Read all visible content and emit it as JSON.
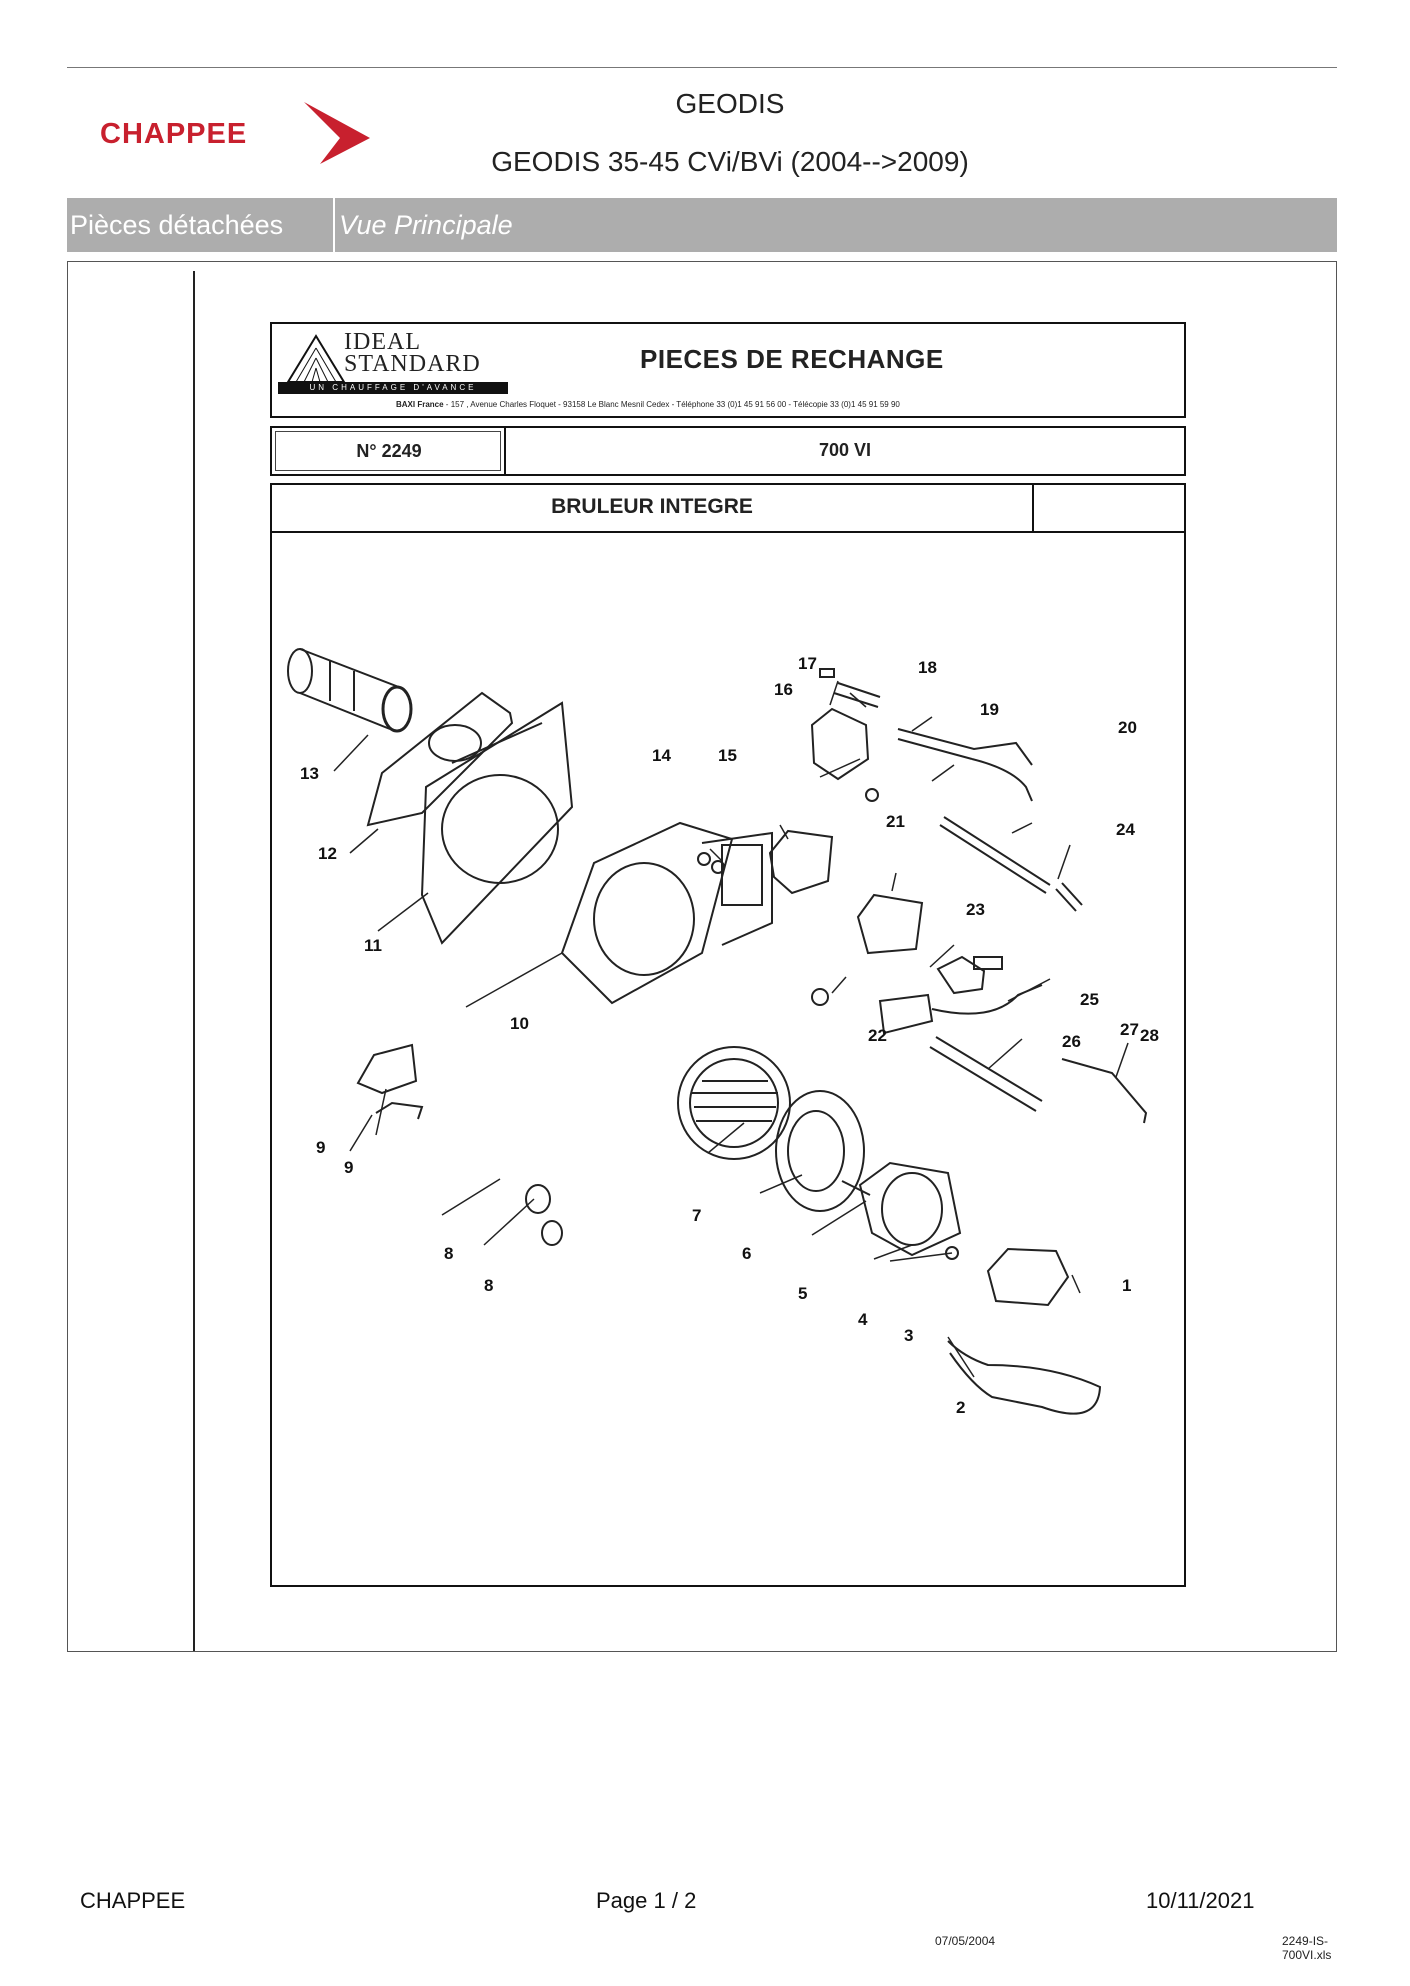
{
  "header": {
    "brand": "CHAPPEE",
    "title": "GEODIS",
    "subtitle": "GEODIS 35-45 CVi/BVi (2004-->2009)"
  },
  "tabs": {
    "section": "Pièces détachées",
    "view": "Vue Principale"
  },
  "sheet": {
    "logo_line1": "IDEAL",
    "logo_line2": "STANDARD",
    "logo_tagline": "UN CHAUFFAGE D'AVANCE",
    "title": "PIECES DE RECHANGE",
    "address_company": "BAXI France",
    "address_text": " - 157 ,  Avenue Charles Floquet - 93158 Le Blanc Mesnil Cedex - Téléphone 33 (0)1 45 91 56 00 - Télécopie 33 (0)1 45 91 59 90",
    "number": "N° 2249",
    "model": "700 VI",
    "section_title": "BRULEUR INTEGRE",
    "callouts": [
      "1",
      "2",
      "3",
      "4",
      "5",
      "6",
      "7",
      "8",
      "8",
      "9",
      "9",
      "10",
      "11",
      "12",
      "13",
      "14",
      "15",
      "16",
      "17",
      "18",
      "19",
      "20",
      "21",
      "22",
      "23",
      "24",
      "25",
      "26",
      "27",
      "28"
    ],
    "date": "07/05/2004",
    "filename": "2249-IS-700VI.xls"
  },
  "footer": {
    "company": "CHAPPEE",
    "page": "Page    1  /  2",
    "date": "10/11/2021"
  },
  "colors": {
    "brand_red": "#c8202e",
    "tab_gray": "#adadad"
  }
}
